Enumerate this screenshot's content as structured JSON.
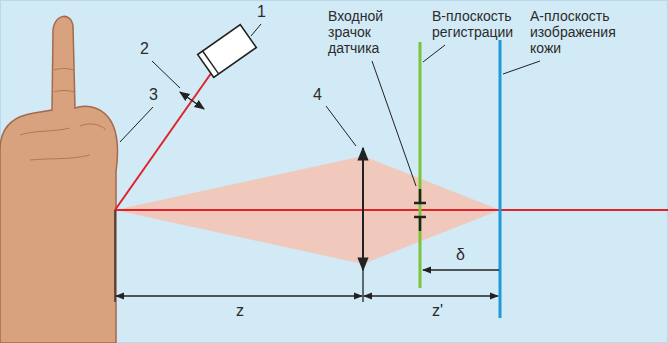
{
  "diagram": {
    "labels": [
      "1",
      "Входной зрачок датчика",
      "В-плоскость регистрации",
      "А-плоскость изображения кожи",
      "2",
      "3",
      "4",
      "δ",
      "z",
      "z'"
    ]
  }
}
